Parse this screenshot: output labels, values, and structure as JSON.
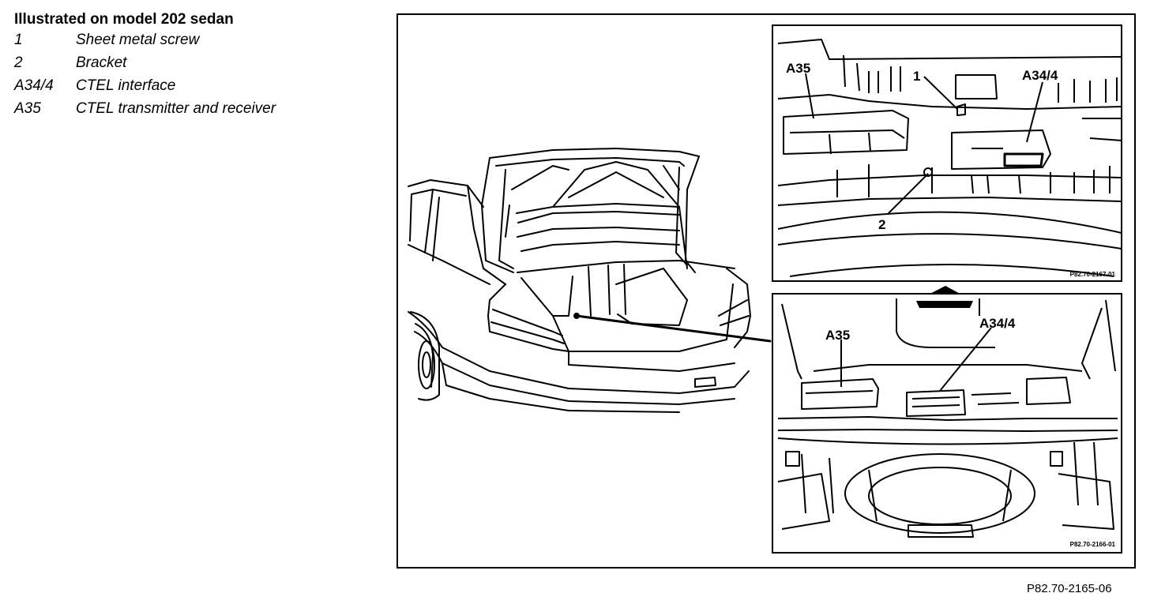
{
  "legend": {
    "title": "Illustrated on model 202 sedan",
    "items": [
      {
        "code": "1",
        "label": "Sheet metal screw"
      },
      {
        "code": "2",
        "label": "Bracket"
      },
      {
        "code": "A34/4",
        "label": "CTEL interface"
      },
      {
        "code": "A35",
        "label": "CTEL transmitter and receiver"
      }
    ]
  },
  "callouts": {
    "top_a35": "A35",
    "top_1": "1",
    "top_a344": "A34/4",
    "top_2": "2",
    "bottom_a35": "A35",
    "bottom_a344": "A34/4"
  },
  "inset_codes": {
    "top": "P82.70-2167-01",
    "bottom": "P82.70-2166-01"
  },
  "figure_code": "P82.70-2165-06"
}
